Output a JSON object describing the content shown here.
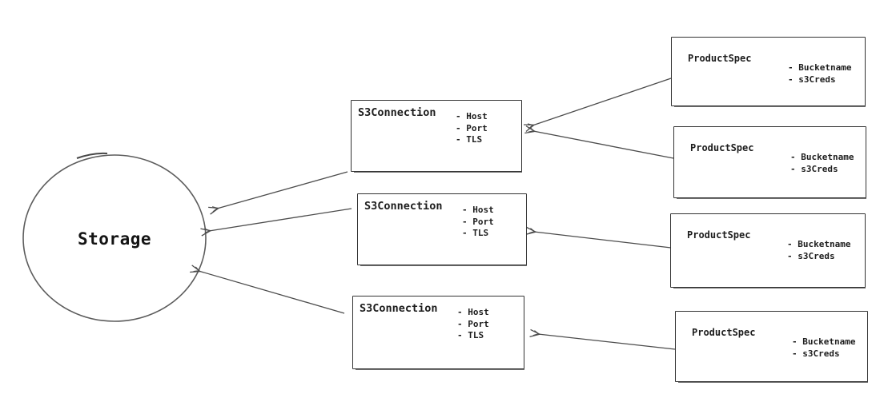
{
  "colors": {
    "background": "#ffffff",
    "box_stroke": "#333333",
    "circle_stroke": "#5c5c5c",
    "arrow_stroke": "#4c4c4c",
    "text": "#1d1d1d"
  },
  "storage": {
    "label": "Storage"
  },
  "s3_connections": [
    {
      "title": "S3Connection",
      "attributes": [
        "- Host",
        "- Port",
        "- TLS"
      ]
    },
    {
      "title": "S3Connection",
      "attributes": [
        "- Host",
        "- Port",
        "- TLS"
      ]
    },
    {
      "title": "S3Connection",
      "attributes": [
        "- Host",
        "- Port",
        "- TLS"
      ]
    }
  ],
  "product_specs": [
    {
      "title": "ProductSpec",
      "attributes": [
        "- Bucketname",
        "- s3Creds"
      ]
    },
    {
      "title": "ProductSpec",
      "attributes": [
        "- Bucketname",
        "- s3Creds"
      ]
    },
    {
      "title": "ProductSpec",
      "attributes": [
        "- Bucketname",
        "- s3Creds"
      ]
    },
    {
      "title": "ProductSpec",
      "attributes": [
        "- Bucketname",
        "- s3Creds"
      ]
    }
  ]
}
